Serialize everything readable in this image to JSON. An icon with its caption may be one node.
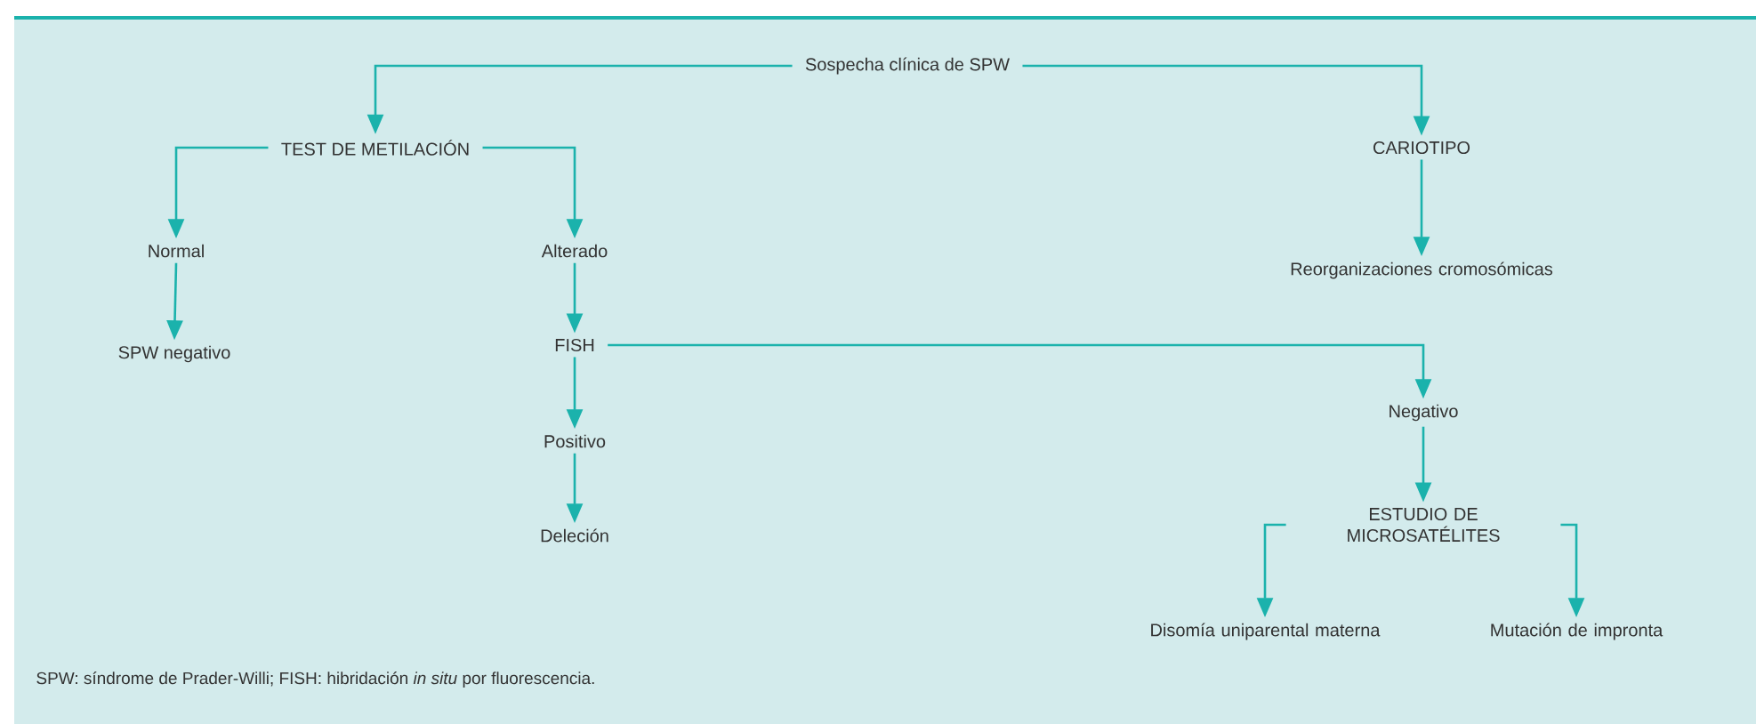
{
  "diagram": {
    "caption": "SPW: síndrome de Prader-Willi; FISH: hibridación *in situ* por fluorescencia.",
    "nodes": [
      {
        "text": [
          "Sospecha clínica de SPW"
        ]
      },
      {
        "text": [
          "TEST DE METILACIÓN"
        ]
      },
      {
        "text": [
          "CARIOTIPO"
        ]
      },
      {
        "text": [
          "Normal"
        ]
      },
      {
        "text": [
          "Alterado"
        ]
      },
      {
        "text": [
          "Reorganizaciones cromosómicas"
        ]
      },
      {
        "text": [
          "SPW negativo"
        ]
      },
      {
        "text": [
          "FISH"
        ]
      },
      {
        "text": [
          "Negativo"
        ]
      },
      {
        "text": [
          "Positivo"
        ]
      },
      {
        "text": [
          "Deleción"
        ]
      },
      {
        "text": [
          "ESTUDIO DE MICROSATÉLITES"
        ]
      },
      {
        "text": [
          "Disomía uniparental materna"
        ]
      },
      {
        "text": [
          "Mutación de impronta"
        ]
      }
    ],
    "edges": [
      {
        "from": 0,
        "to": 1,
        "arrow": "to"
      },
      {
        "from": 0,
        "to": 2,
        "arrow": "to"
      },
      {
        "from": 1,
        "to": 3,
        "arrow": "to"
      },
      {
        "from": 1,
        "to": 4,
        "arrow": "to"
      },
      {
        "from": 3,
        "to": 6,
        "arrow": "to"
      },
      {
        "from": 4,
        "to": 7,
        "arrow": "to"
      },
      {
        "from": 7,
        "to": 9,
        "arrow": "to"
      },
      {
        "from": 9,
        "to": 10,
        "arrow": "to"
      },
      {
        "from": 7,
        "to": 8,
        "arrow": "to"
      },
      {
        "from": 2,
        "to": 5,
        "arrow": "to"
      },
      {
        "from": 8,
        "to": 11,
        "arrow": "to"
      },
      {
        "from": 11,
        "to": 12,
        "arrow": "to"
      },
      {
        "from": 11,
        "to": 13,
        "arrow": "to"
      }
    ]
  }
}
